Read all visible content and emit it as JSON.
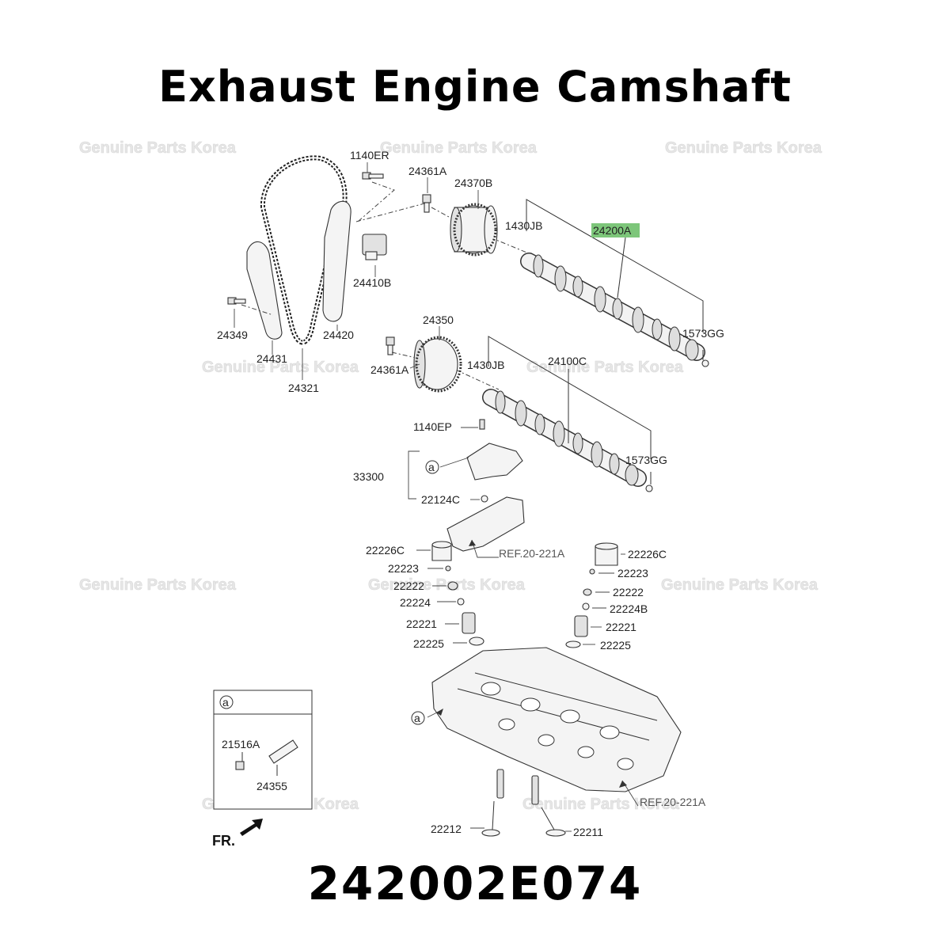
{
  "title": "Exhaust Engine Camshaft",
  "part_number": "242002E074",
  "watermark": "Genuine Parts Korea",
  "highlight_color": "#7dc67a",
  "labels": {
    "l1140ER": "1140ER",
    "l24361A_top": "24361A",
    "l24370B": "24370B",
    "l1430JB_top": "1430JB",
    "l24200A": "24200A",
    "l24410B": "24410B",
    "l24349": "24349",
    "l24431": "24431",
    "l24420": "24420",
    "l24321": "24321",
    "l1573GG_top": "1573GG",
    "l24350": "24350",
    "l24361A_bot": "24361A",
    "l1430JB_bot": "1430JB",
    "l24100C": "24100C",
    "l1140EP": "1140EP",
    "l1573GG_bot": "1573GG",
    "l33300": "33300",
    "l22124C": "22124C",
    "circ_a1": "a",
    "l22226C_left": "22226C",
    "l22226C_right": "22226C",
    "ref1": "REF.20-221A",
    "l22223_left": "22223",
    "l22223_right": "22223",
    "l22222_left": "22222",
    "l22222_right": "22222",
    "l22224": "22224",
    "l22224B": "22224B",
    "l22221_left": "22221",
    "l22221_right": "22221",
    "l22225_left": "22225",
    "l22225_right": "22225",
    "circ_a2": "a",
    "ref2": "REF.20-221A",
    "l22212": "22212",
    "l22211": "22211",
    "inset_header": "a",
    "l21516A": "21516A",
    "l24355": "24355",
    "fr": "FR."
  }
}
